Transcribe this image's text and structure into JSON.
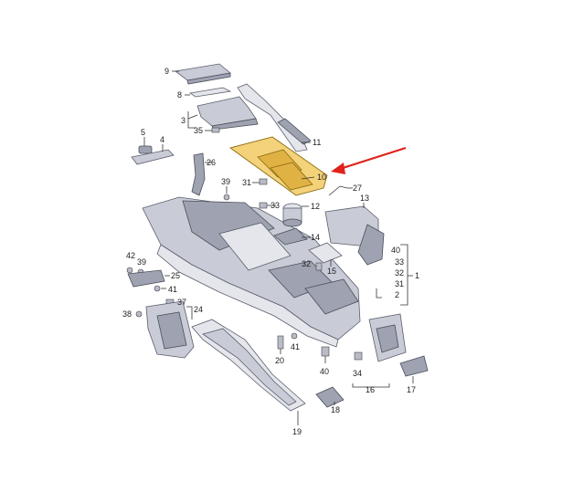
{
  "callouts": {
    "c1": "1",
    "c2": "2",
    "c3": "3",
    "c4": "4",
    "c5": "5",
    "c8": "8",
    "c9": "9",
    "c10": "10",
    "c11": "11",
    "c12": "12",
    "c13": "13",
    "c14": "14",
    "c15": "15",
    "c16": "16",
    "c17": "17",
    "c18": "18",
    "c19": "19",
    "c20": "20",
    "c24": "24",
    "c25": "25",
    "c26": "26",
    "c27": "27",
    "c31a": "31",
    "c31b": "31",
    "c32a": "32",
    "c32b": "32",
    "c33a": "33",
    "c33b": "33",
    "c34": "34",
    "c35": "35",
    "c37": "37",
    "c38": "38",
    "c39a": "39",
    "c39b": "39",
    "c40a": "40",
    "c40b": "40",
    "c41a": "41",
    "c41b": "41",
    "c42": "42"
  },
  "colors": {
    "highlight": "#f3d27a",
    "arrow": "#e0221b",
    "part": "#c9ccd6"
  }
}
